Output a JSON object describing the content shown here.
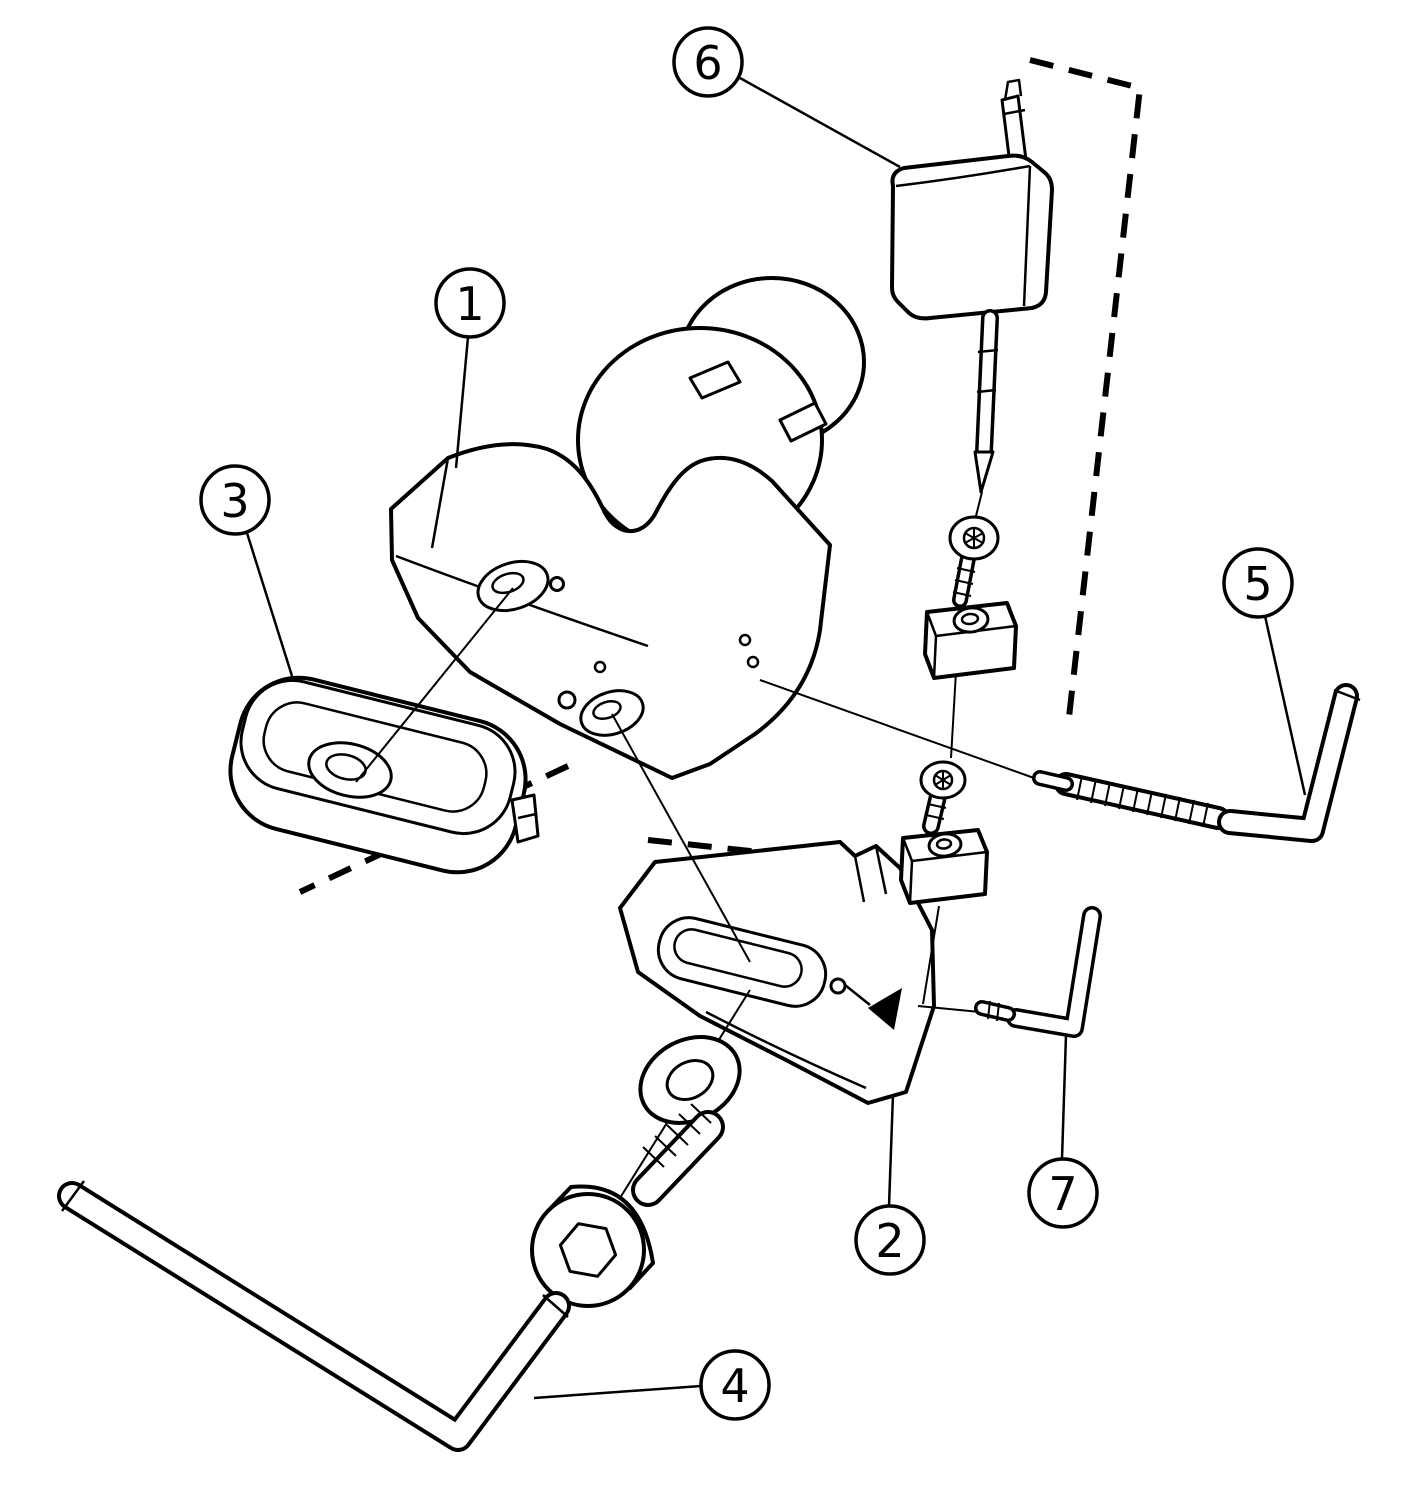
{
  "figure": {
    "type": "exploded-view-assembly-diagram",
    "background_color": "#ffffff",
    "line_color": "#000000"
  },
  "callouts": [
    {
      "number": "1",
      "part": "tool-body"
    },
    {
      "number": "2",
      "part": "cutting-head"
    },
    {
      "number": "3",
      "part": "top-clamp"
    },
    {
      "number": "4",
      "part": "large-hex-key"
    },
    {
      "number": "5",
      "part": "hex-key-with-adjusting-screw"
    },
    {
      "number": "6",
      "part": "torque-driver"
    },
    {
      "number": "7",
      "part": "small-hex-key"
    }
  ]
}
